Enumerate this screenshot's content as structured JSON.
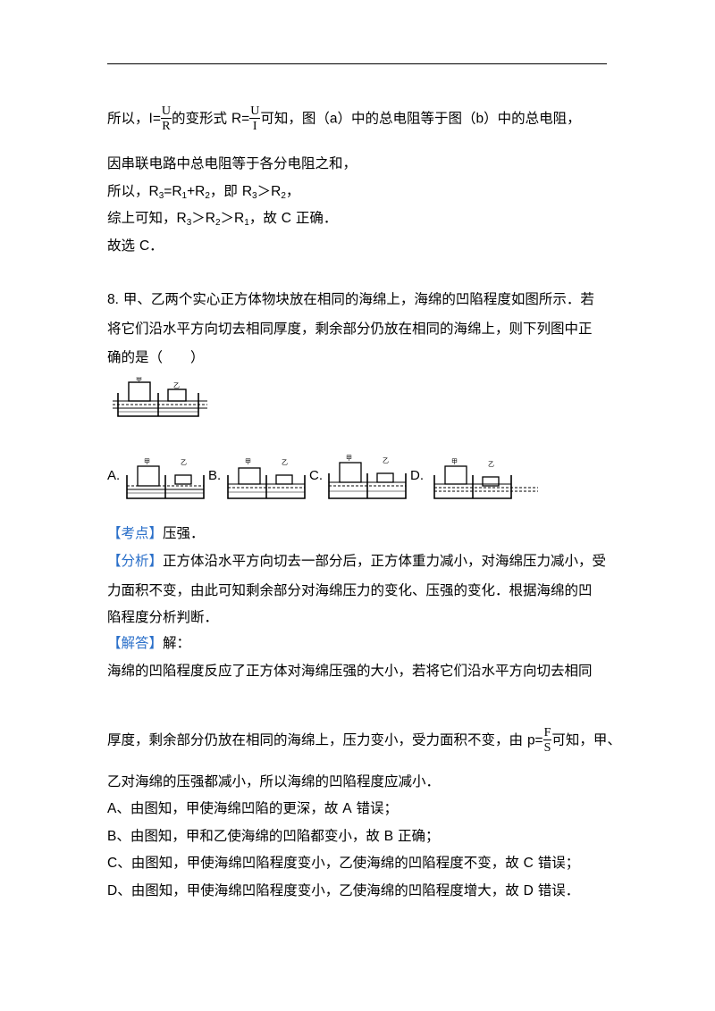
{
  "prev": {
    "l1": {
      "a": "所以，",
      "b": "I=",
      "num1": "U",
      "den1": "R",
      "c": "的变形式 ",
      "d": "R=",
      "num2": "U",
      "den2": "I",
      "e": "可知，图（",
      "f": "a",
      "g": "）中的总电阻等于图（",
      "h": "b",
      "i": "）中的总电阻，"
    },
    "l2": "因串联电路中总电阻等于各分电阻之和，",
    "l3": {
      "a": "所以，",
      "r1": "R",
      "s1": "3",
      "eq": "=R",
      "s2": "1",
      "plus": "+R",
      "s3": "2",
      "b": "，即 ",
      "r2": "R",
      "s4": "3",
      "gt": "＞R",
      "s5": "2",
      "c": "，"
    },
    "l4": {
      "a": "综上可知，",
      "r1": "R",
      "s1": "3",
      "gt1": "＞R",
      "s2": "2",
      "gt2": "＞R",
      "s3": "1",
      "b": "，故 ",
      "c": "C",
      "d": " 正确．"
    },
    "l5": {
      "a": "故选 ",
      "b": "C",
      "c": "．"
    }
  },
  "q8": {
    "num": "8.",
    "line1": " 甲、乙两个实心正方体物块放在相同的海绵上，海绵的凹陷程度如图所示．若",
    "line2": "将它们沿水平方向切去相同厚度，剩余部分仍放在相同的海绵上，则下列图中正",
    "line3": "确的是（　　）",
    "fig_label_jia": "甲",
    "fig_label_yi": "乙",
    "options": [
      "A.",
      "B.",
      "C.",
      "D."
    ]
  },
  "solution": {
    "kaodian_tag": "【考点】",
    "kaodian": "压强．",
    "fenxi_tag": "【分析】",
    "fenxi1": "正方体沿水平方向切去一部分后，正方体重力减小，对海绵压力减小，受",
    "fenxi2": "力面积不变，由此可知剩余部分对海绵压力的变化、压强的变化．根据海绵的凹",
    "fenxi3": "陷程度分析判断．",
    "jieda_tag": "【解答】",
    "jieda": "解：",
    "p1": "海绵的凹陷程度反应了正方体对海绵压强的大小，若将它们沿水平方向切去相同",
    "p2a": "厚度，剩余部分仍放在相同的海绵上，压力变小，受力面积不变，由 ",
    "p2b": "p=",
    "p2num": "F",
    "p2den": "S",
    "p2c": "可知，甲、",
    "p3": "乙对海绵的压强都减小，所以海绵的凹陷程度应减小．",
    "a": {
      "l": "A",
      "t": "、由图知，甲使海绵凹陷的更深，故 ",
      "c": "A",
      "e": " 错误；"
    },
    "b": {
      "l": "B",
      "t": "、由图知，甲和乙使海绵的凹陷都变小，故 ",
      "c": "B",
      "e": " 正确；"
    },
    "c": {
      "l": "C",
      "t": "、由图知，甲使海绵凹陷程度变小，乙使海绵的凹陷程度不变，故 ",
      "c": "C",
      "e": " 错误；"
    },
    "d": {
      "l": "D",
      "t": "、由图知，甲使海绵凹陷程度变小，乙使海绵的凹陷程度增大，故 ",
      "c": "D",
      "e": " 错误．"
    }
  }
}
